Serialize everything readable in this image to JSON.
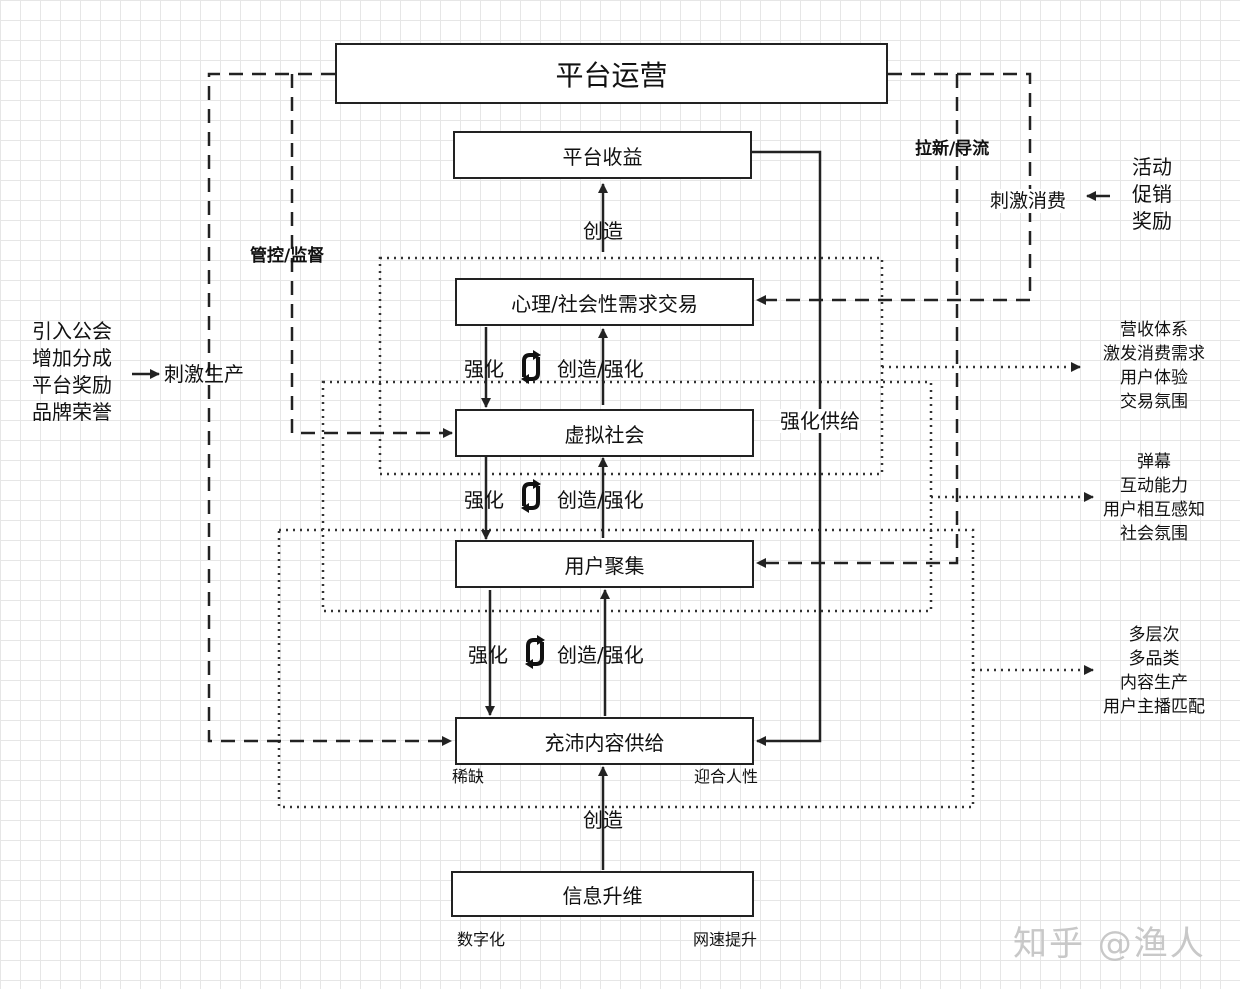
{
  "nodes": {
    "platform_ops": "平台运营",
    "platform_revenue": "平台收益",
    "psych_trade": "心理/社会性需求交易",
    "virtual_society": "虚拟社会",
    "user_gathering": "用户聚集",
    "content_supply": "充沛内容供给",
    "info_upgrade": "信息升维"
  },
  "edge_labels": {
    "create_top": "创造",
    "create_bottom": "创造",
    "strengthen_1": "强化",
    "strengthen_2": "强化",
    "strengthen_3": "强化",
    "create_strengthen_1": "创造/强化",
    "create_strengthen_2": "创造/强化",
    "create_strengthen_3": "创造/强化",
    "strengthen_supply": "强化供给",
    "control": "管控/监督",
    "acquire": "拉新/导流",
    "stimulate_consume": "刺激消费",
    "stimulate_produce": "刺激生产",
    "scarcity": "稀缺",
    "cater": "迎合人性",
    "digitize": "数字化",
    "net_speed": "网速提升"
  },
  "left_items": [
    "引入公会",
    "增加分成",
    "平台奖励",
    "品牌荣誉"
  ],
  "right_top_items": [
    "活动",
    "促销",
    "奖励"
  ],
  "side_groups": [
    [
      "营收体系",
      "激发消费需求",
      "用户体验",
      "交易氛围"
    ],
    [
      "弹幕",
      "互动能力",
      "用户相互感知",
      "社会氛围"
    ],
    [
      "多层次",
      "多品类",
      "内容生产",
      "用户主播匹配"
    ]
  ],
  "cycle_icon": "refresh-cycle-icon",
  "watermark": "知乎 @渔人"
}
